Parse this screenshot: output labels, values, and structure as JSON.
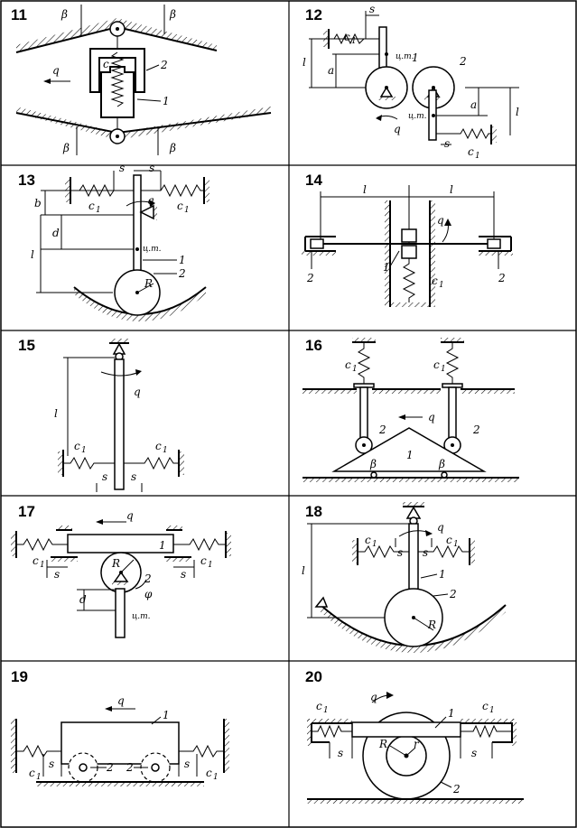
{
  "cells": [
    {
      "number": "11",
      "labels": {
        "beta": "β",
        "q": "q",
        "c": "c",
        "p1": "1",
        "p2": "2"
      }
    },
    {
      "number": "12",
      "labels": {
        "c1": "c",
        "sub": "1",
        "s": "s",
        "l": "l",
        "a": "a",
        "ct": "ц.т.",
        "p1": "1",
        "p2": "2",
        "q": "q"
      }
    },
    {
      "number": "13",
      "labels": {
        "s": "s",
        "b": "b",
        "c1": "c",
        "sub": "1",
        "q": "q",
        "d": "d",
        "l": "l",
        "ct": "ц.т.",
        "p1": "1",
        "p2": "2",
        "R": "R"
      }
    },
    {
      "number": "14",
      "labels": {
        "l": "l",
        "q": "q",
        "p1": "1",
        "p2": "2",
        "c1": "c",
        "sub": "1"
      }
    },
    {
      "number": "15",
      "labels": {
        "l": "l",
        "q": "q",
        "c1": "c",
        "sub": "1",
        "s": "s"
      }
    },
    {
      "number": "16",
      "labels": {
        "c1": "c",
        "sub": "1",
        "q": "q",
        "p1": "1",
        "p2": "2",
        "beta": "β"
      }
    },
    {
      "number": "17",
      "labels": {
        "q": "q",
        "c1": "c",
        "sub": "1",
        "s": "s",
        "R": "R",
        "d": "d",
        "phi": "φ",
        "ct": "ц.т.",
        "p1": "1",
        "p2": "2"
      }
    },
    {
      "number": "18",
      "labels": {
        "q": "q",
        "c1": "c",
        "sub": "1",
        "s": "s",
        "l": "l",
        "p1": "1",
        "p2": "2",
        "R": "R"
      }
    },
    {
      "number": "19",
      "labels": {
        "q": "q",
        "c1": "c",
        "sub": "1",
        "s": "s",
        "p1": "1",
        "p2": "2"
      }
    },
    {
      "number": "20",
      "labels": {
        "c1": "c",
        "sub": "1",
        "q": "q",
        "s": "s",
        "R": "R",
        "r": "r",
        "p1": "1",
        "p2": "2"
      }
    }
  ]
}
